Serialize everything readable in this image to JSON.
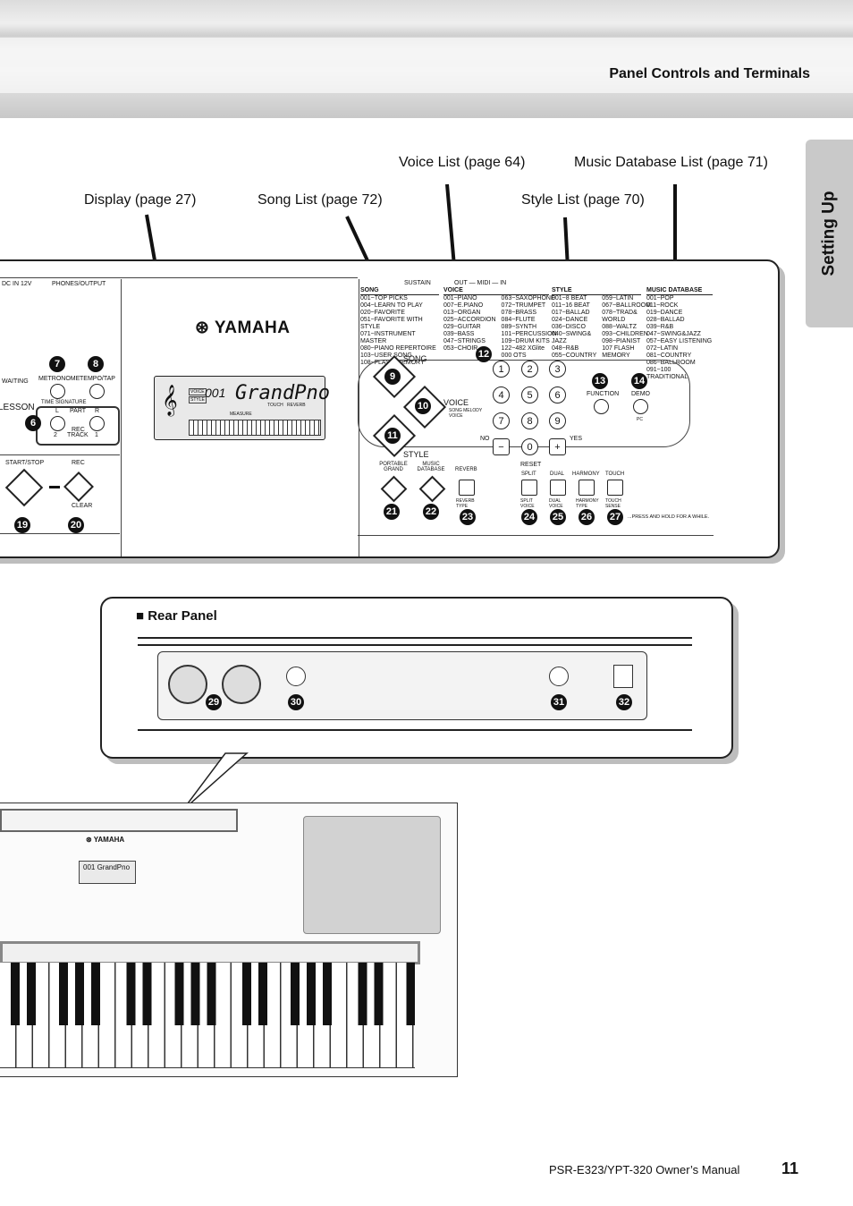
{
  "header": {
    "section_title": "Panel Controls and Terminals",
    "side_tab": "Setting Up"
  },
  "references": {
    "display": "Display (page 27)",
    "song_list": "Song List (page 72)",
    "voice_list": "Voice List (page 64)",
    "style_list": "Style List (page 70)",
    "music_db_list": "Music Database List (page 71)"
  },
  "front_panel": {
    "top_labels": {
      "dc_in": "DC IN 12V",
      "phones": "PHONES/OUTPUT",
      "sustain": "SUSTAIN",
      "midi": "OUT — MIDI — IN"
    },
    "logo": "YAMAHA",
    "lcd": {
      "voice_tag": "VOICE",
      "style_tag": "STYLE",
      "number": "001",
      "name": "GrandPno",
      "measure": "MEASURE",
      "touch": "TOUCH",
      "reverb": "REVERB"
    },
    "song": {
      "title": "SONG",
      "items": [
        "001~TOP PICKS",
        "004~LEARN TO PLAY",
        "020~FAVORITE",
        "051~FAVORITE WITH STYLE",
        "071~INSTRUMENT MASTER",
        "080~PIANO REPERTOIRE",
        "103~USER SONG",
        "108~FLASH MEMORY"
      ]
    },
    "voice": {
      "title": "VOICE",
      "col1": [
        "001~PIANO",
        "007~E.PIANO",
        "013~ORGAN",
        "025~ACCORDION",
        "029~GUITAR",
        "039~BASS",
        "047~STRINGS",
        "053~CHOIR"
      ],
      "col2": [
        "063~SAXOPHONE",
        "072~TRUMPET",
        "078~BRASS",
        "084~FLUTE",
        "089~SYNTH",
        "101~PERCUSSION",
        "109~DRUM KITS",
        "122~482 XGlite",
        "000 OTS"
      ]
    },
    "style": {
      "title": "STYLE",
      "col1": [
        "001~8 BEAT",
        "011~16 BEAT",
        "017~BALLAD",
        "024~DANCE",
        "036~DISCO",
        "040~SWING&",
        "JAZZ",
        "048~R&B",
        "055~COUNTRY"
      ],
      "col2": [
        "059~LATIN",
        "067~BALLROOM",
        "078~TRAD&",
        "WORLD",
        "088~WALTZ",
        "093~CHILDREN",
        "098~PIANIST",
        "107 FLASH",
        "MEMORY"
      ]
    },
    "music_db": {
      "title": "MUSIC DATABASE",
      "items": [
        "001~POP",
        "011~ROCK",
        "019~DANCE",
        "028~BALLAD",
        "039~R&B",
        "047~SWING&JAZZ",
        "057~EASY LISTENING",
        "072~LATIN",
        "081~COUNTRY",
        "086~BALLROOM",
        "091~100 TRADITIONAL"
      ]
    },
    "left": {
      "waiting": "WAITING",
      "metronome": "METRONOME",
      "tempo_tap": "TEMPO/TAP",
      "time_sig": "TIME SIGNATURE",
      "lesson": "LESSON",
      "part": "PART",
      "l": "L",
      "r": "R",
      "rec": "REC",
      "track": "TRACK",
      "two": "2",
      "one": "1",
      "start_stop": "START/STOP",
      "rec_top": "REC",
      "clear": "CLEAR"
    },
    "mode_buttons": {
      "song": "SONG",
      "voice": "VOICE",
      "song_melody_voice": "SONG MELODY VOICE",
      "style": "STYLE"
    },
    "keypad": [
      "1",
      "2",
      "3",
      "4",
      "5",
      "6",
      "7",
      "8",
      "9",
      "−",
      "0",
      "+"
    ],
    "keypad_labels": {
      "no": "NO",
      "yes": "YES",
      "reset": "RESET",
      "function": "FUNCTION",
      "demo": "DEMO",
      "pc": "PC"
    },
    "bottom_buttons": {
      "portable_grand": "PORTABLE GRAND",
      "music_database": "MUSIC DATABASE",
      "reverb": "REVERB",
      "split": "SPLIT",
      "dual": "DUAL",
      "harmony": "HARMONY",
      "touch": "TOUCH",
      "reverb_type": "REVERB TYPE",
      "split_voice": "SPLIT VOICE",
      "dual_voice": "DUAL VOICE",
      "harmony_type": "HARMONY TYPE",
      "touch_sense": "TOUCH SENSE",
      "press_hold": "...PRESS AND HOLD FOR A WHILE."
    },
    "callouts": {
      "n6": "6",
      "n7": "7",
      "n8": "8",
      "n9": "9",
      "n10": "10",
      "n11": "11",
      "n12": "12",
      "n13": "13",
      "n14": "14",
      "n19": "19",
      "n20": "20",
      "n21": "21",
      "n22": "22",
      "n23": "23",
      "n24": "24",
      "n25": "25",
      "n26": "26",
      "n27": "27"
    }
  },
  "rear_panel": {
    "title": "■ Rear Panel",
    "callouts": {
      "n29": "29",
      "n30": "30",
      "n31": "31",
      "n32": "32"
    }
  },
  "mini_keyboard": {
    "logo": "YAMAHA",
    "lcd_text": "001 GrandPno"
  },
  "footer": {
    "model": "PSR-E323/YPT-320   Owner’s Manual",
    "page": "11"
  }
}
